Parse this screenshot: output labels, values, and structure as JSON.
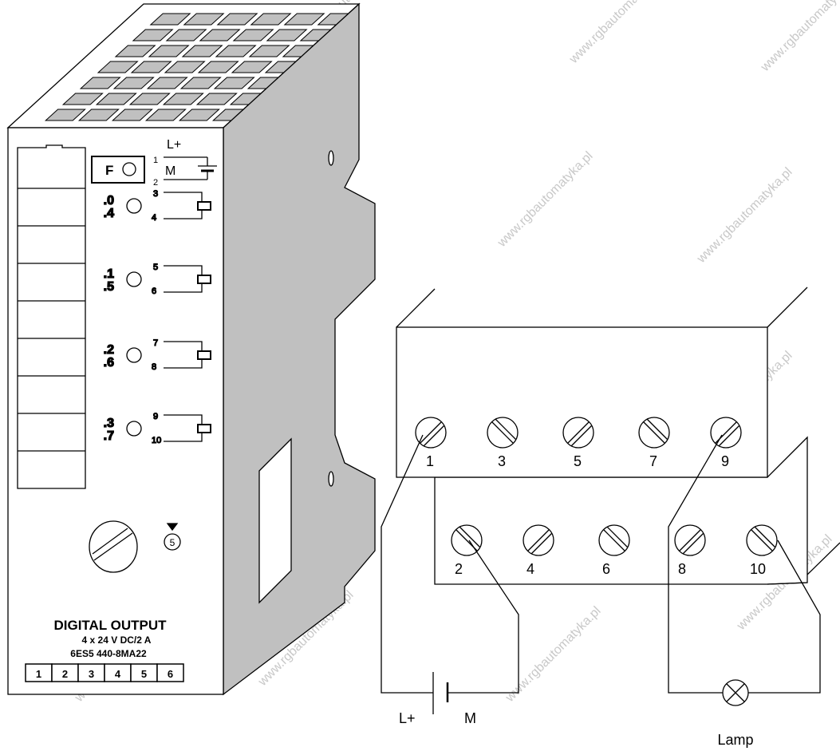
{
  "module": {
    "title": "DIGITAL OUTPUT",
    "spec": "4 x 24 V DC/2 A",
    "order_number": "6ES5 440-8MA22",
    "slot_numbers": [
      "1",
      "2",
      "3",
      "4",
      "5",
      "6"
    ],
    "fault_led_label": "F",
    "supply_plus": "L+",
    "supply_minus": "M",
    "channels": [
      {
        "top": ".0",
        "bottom": ".4",
        "t1": "3",
        "t2": "4"
      },
      {
        "top": ".1",
        "bottom": ".5",
        "t1": "5",
        "t2": "6"
      },
      {
        "top": ".2",
        "bottom": ".6",
        "t1": "7",
        "t2": "8"
      },
      {
        "top": ".3",
        "bottom": ".7",
        "t1": "9",
        "t2": "10"
      }
    ],
    "supply_terminals": [
      "1",
      "2"
    ],
    "slot_marker": "5"
  },
  "terminal_block": {
    "upper_row": [
      "1",
      "3",
      "5",
      "7",
      "9"
    ],
    "lower_row": [
      "2",
      "4",
      "6",
      "8",
      "10"
    ]
  },
  "wiring": {
    "supply_plus": "L+",
    "supply_minus": "M",
    "lamp_label": "Lamp"
  },
  "watermark": "www.rgbautomatyka.pl"
}
